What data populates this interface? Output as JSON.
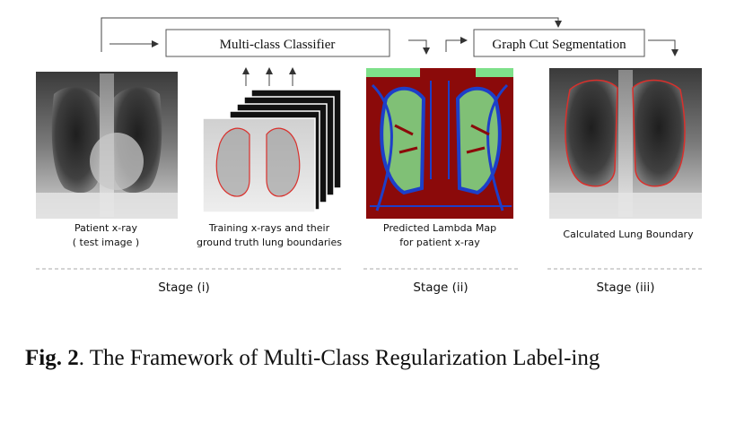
{
  "boxes": {
    "classifier": "Multi-class Classifier",
    "graph_cut": "Graph Cut Segmentation"
  },
  "captions": {
    "patient_line1": "Patient x-ray",
    "patient_line2": "( test image )",
    "training_line1": "Training x-rays and their",
    "training_line2": "ground truth lung boundaries",
    "lambda_line1": "Predicted Lambda Map",
    "lambda_line2": "for patient x-ray",
    "boundary": "Calculated  Lung Boundary"
  },
  "stages": {
    "stage1": "Stage (i)",
    "stage2": "Stage (ii)",
    "stage3": "Stage (iii)"
  },
  "figure_caption": {
    "label": "Fig. 2",
    "text": ". The Framework of Multi-Class Regularization Label-ing"
  },
  "colors": {
    "lung_boundary": "#d9302c",
    "lambda_background": "#8b0a0a",
    "lambda_blue": "#1d3fc9",
    "lambda_green": "#7ee08a"
  }
}
